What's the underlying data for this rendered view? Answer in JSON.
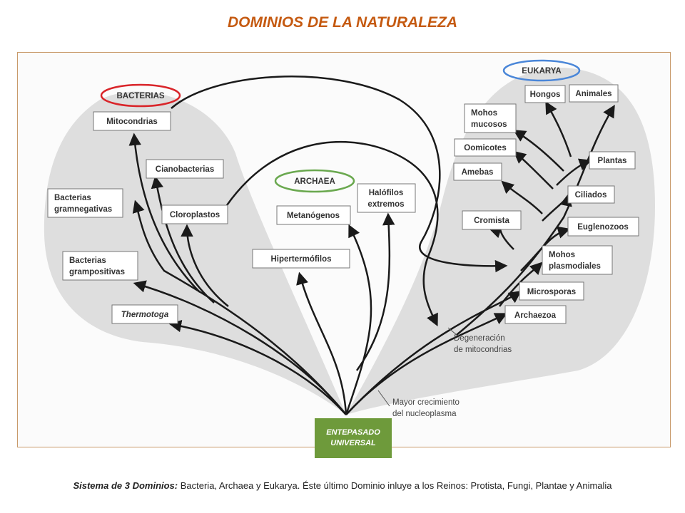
{
  "title": "DOMINIOS DE LA NATURALEZA",
  "domains": {
    "bacterias": "BACTERIAS",
    "archaea": "ARCHAEA",
    "eukarya": "EUKARYA"
  },
  "bacteria_groups": {
    "mitocondrias": "Mitocondrias",
    "cianobacterias": "Cianobacterias",
    "gramnegativas_1": "Bacterias",
    "gramnegativas_2": "gramnegativas",
    "cloroplastos": "Cloroplastos",
    "grampositivas_1": "Bacterias",
    "grampositivas_2": "grampositivas",
    "thermotoga": "Thermotoga"
  },
  "archaea_groups": {
    "metanogenos": "Metanógenos",
    "halofilos_1": "Halófilos",
    "halofilos_2": "extremos",
    "hipertermofilos": "Hipertermófilos"
  },
  "eukarya_groups": {
    "hongos": "Hongos",
    "animales": "Animales",
    "mohos_mucosos_1": "Mohos",
    "mohos_mucosos_2": "mucosos",
    "oomicotes": "Oomicotes",
    "plantas": "Plantas",
    "amebas": "Amebas",
    "ciliados": "Ciliados",
    "cromista": "Cromista",
    "euglenozoos": "Euglenozoos",
    "mohos_plasmodiales_1": "Mohos",
    "mohos_plasmodiales_2": "plasmodiales",
    "microsporas": "Microsporas",
    "archaezoa": "Archaezoa"
  },
  "annotations": {
    "degeneracion_1": "Degeneración",
    "degeneracion_2": "de mitocondrias",
    "crecimiento_1": "Mayor crecimiento",
    "crecimiento_2": "del nucleoplasma"
  },
  "root": {
    "line1": "ENTEPASADO",
    "line2": "UNIVERSAL"
  },
  "caption": {
    "lead": "Sistema de 3 Dominios:",
    "text": " Bacteria, Archaea y Eukarya.  Éste  último Dominio inluye a los Reinos: Protista, Fungi, Plantae y Animalia"
  },
  "colors": {
    "title": "#c55a11",
    "bacterias_ring": "#d9252a",
    "archaea_ring": "#6aa84f",
    "eukarya_ring": "#4a86d8",
    "root_box": "#6e9a3b",
    "domain_fill": "#dedede"
  }
}
